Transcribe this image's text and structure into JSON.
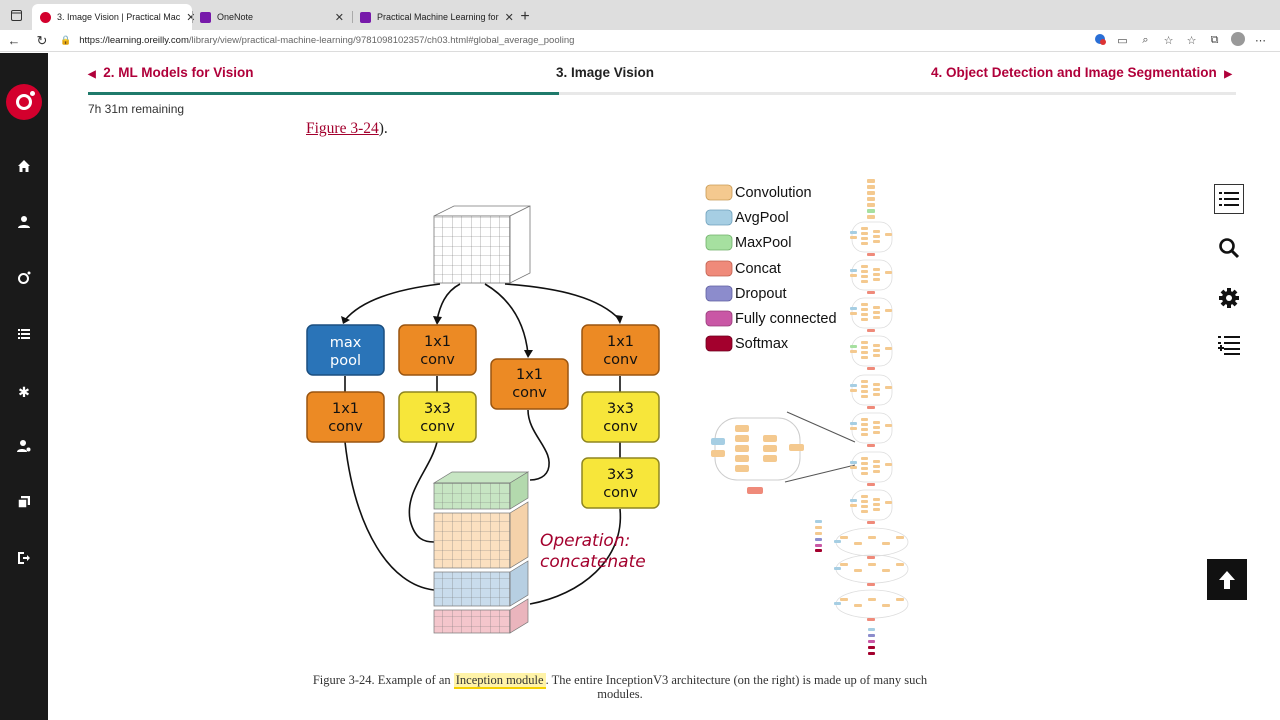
{
  "browser": {
    "tabs": [
      {
        "title": "3. Image Vision | Practical Mac",
        "favicon_color": "#d3002d",
        "active": true
      },
      {
        "title": "OneNote",
        "favicon_color": "#7719aa",
        "active": false
      },
      {
        "title": "Practical Machine Learning for",
        "favicon_color": "#7719aa",
        "active": false
      }
    ],
    "url_host": "https://learning.oreilly.com",
    "url_path": "/library/view/practical-machine-learning/9781098102357/ch03.html#global_average_pooling"
  },
  "reader": {
    "prev_chapter": "2. ML Models for Vision",
    "current_chapter": "3. Image Vision",
    "next_chapter": "4. Object Detection and Image Segmentation",
    "progress_fraction": 0.41,
    "time_remaining": "7h 31m remaining",
    "figure_link": "Figure 3-24",
    "figure_link_tail": ")."
  },
  "figure": {
    "boxes": {
      "maxpool_l1": "max",
      "maxpool_l2": "pool",
      "conv1": "1x1",
      "conv1b": "conv",
      "conv": "conv",
      "conv3": "3x3"
    },
    "operation_l1": "Operation:",
    "operation_l2": "concatenate",
    "legend": [
      {
        "label": "Convolution",
        "color": "#f4c98f"
      },
      {
        "label": "AvgPool",
        "color": "#a6cee3"
      },
      {
        "label": "MaxPool",
        "color": "#a6e0a0"
      },
      {
        "label": "Concat",
        "color": "#ef8a7a"
      },
      {
        "label": "Dropout",
        "color": "#8c8ccc"
      },
      {
        "label": "Fully connected",
        "color": "#c957a5"
      },
      {
        "label": "Softmax",
        "color": "#a3002d"
      }
    ],
    "colors": {
      "maxpool": "#2a74b8",
      "conv1x1": "#ec8a24",
      "conv3x3": "#f7e63a"
    }
  },
  "caption": {
    "prefix": "Figure 3-24. Example of an ",
    "highlight": "Inception module",
    "suffix": ". The entire InceptionV3 architecture (on the right) is made up of many such modules."
  },
  "icons": [
    "menu-icon",
    "search-icon",
    "gear-icon",
    "playlist-add-icon",
    "arrow-up-icon"
  ]
}
